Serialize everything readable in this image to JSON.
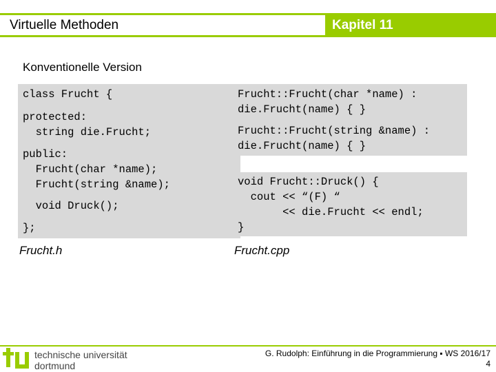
{
  "header": {
    "title": "Virtuelle Methoden",
    "chapter": "Kapitel 11"
  },
  "subtitle": "Konventionelle Version",
  "header_file": {
    "caption": "Frucht.h",
    "blocks": [
      "class Frucht {",
      "protected:\n  string die.Frucht;",
      "public:\n  Frucht(char *name);\n  Frucht(string &name);",
      "  void Druck();",
      "};"
    ]
  },
  "cpp_file": {
    "caption": "Frucht.cpp",
    "box1": [
      "Frucht::Frucht(char *name) :\ndie.Frucht(name) { }",
      "Frucht::Frucht(string &name) :\ndie.Frucht(name) { }"
    ],
    "box2": "void Frucht::Druck() {\n  cout << “(F) “\n       << die.Frucht << endl;\n}"
  },
  "footer": {
    "university_line1": "technische universität",
    "university_line2": "dortmund",
    "credit": "G. Rudolph: Einführung in die Programmierung ▪ WS 2016/17",
    "page": "4"
  },
  "colors": {
    "accent": "#99cc00",
    "code_bg": "#d9d9d9"
  }
}
